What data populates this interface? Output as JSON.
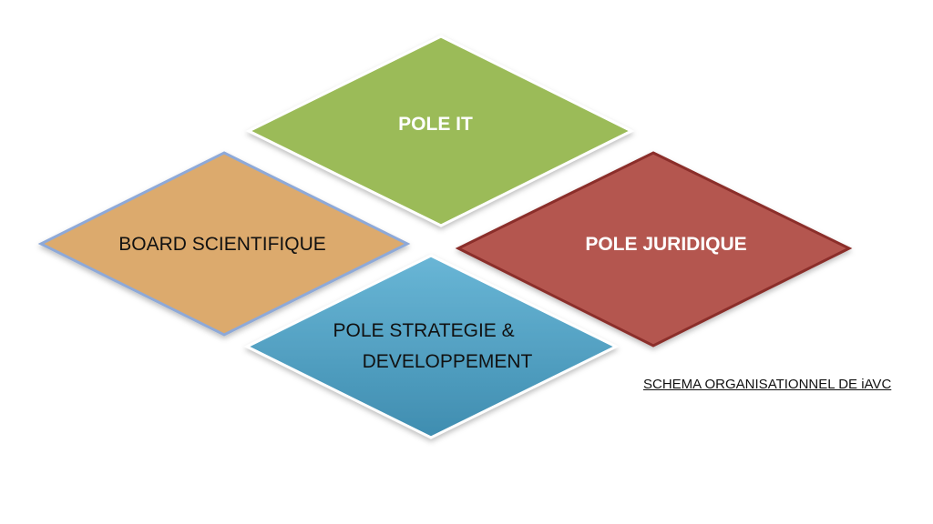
{
  "diagram": {
    "nodes": [
      {
        "id": "pole-it",
        "lines": [
          "POLE IT"
        ],
        "fill": "#9bbb59",
        "stroke": "#ffffff",
        "text_color": "#ffffff",
        "bold": true
      },
      {
        "id": "board-scientifique",
        "lines": [
          "BOARD SCIENTIFIQUE"
        ],
        "fill": "#dcaa6d",
        "stroke": "#8ea9d8",
        "text_color": "#111111",
        "bold": false
      },
      {
        "id": "pole-juridique",
        "lines": [
          "POLE JURIDIQUE"
        ],
        "fill": "#b45650",
        "stroke": "#8b2e2a",
        "text_color": "#ffffff",
        "bold": true
      },
      {
        "id": "pole-strategie",
        "lines": [
          "POLE STRATEGIE &",
          "DEVELOPPEMENT"
        ],
        "fill_top": "#69b6d6",
        "fill_bottom": "#3f8db0",
        "stroke": "#ffffff",
        "text_color": "#111111",
        "bold": false
      }
    ],
    "caption": "SCHEMA ORGANISATIONNEL DE iAVC"
  }
}
